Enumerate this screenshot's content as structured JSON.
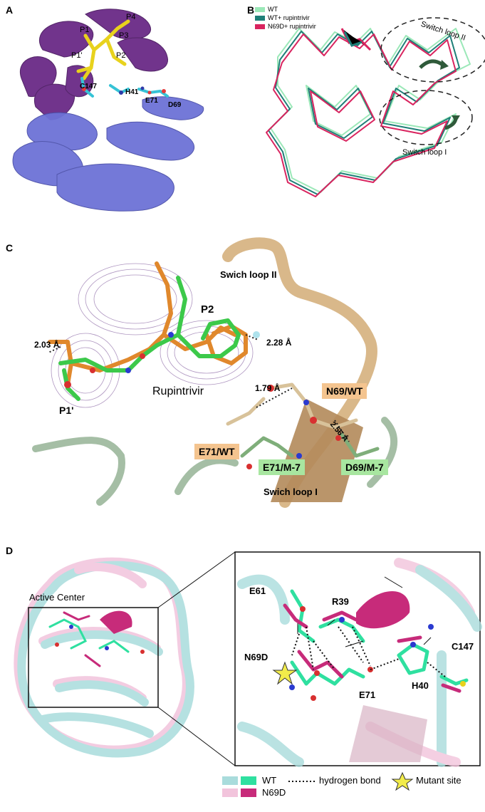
{
  "panels": {
    "a": {
      "letter": "A",
      "labels": {
        "p1": "P1",
        "p4": "P4",
        "p3": "P3",
        "p2": "P2",
        "p1p": "P1'",
        "c147": "C147",
        "h41": "H41",
        "e71": "E71",
        "d69": "D69"
      }
    },
    "b": {
      "letter": "B",
      "legend": [
        "WT",
        "WT+ rupintrivir",
        "N69D+ rupintrivir"
      ],
      "colors": {
        "wt": "#9be8b8",
        "wt_rup": "#1f7f78",
        "n69d_rup": "#d9245f"
      },
      "switch2": "Switch loop II",
      "switch1": "Switch loop I"
    },
    "c": {
      "letter": "C",
      "swich2": "Swich loop II",
      "swich1": "Swich loop I",
      "p2": "P2",
      "p1p": "P1'",
      "rupintrivir": "Rupintrivir",
      "d203": "2.03 Å",
      "d228": "2.28 Å",
      "d179": "1.79 Å",
      "d256": "2.56 Å",
      "n69wt": "N69/WT",
      "e71wt": "E71/WT",
      "e71m7": "E71/M-7",
      "d69m7": "D69/M-7"
    },
    "d": {
      "letter": "D",
      "active_center": "Active Center",
      "labels": {
        "e61": "E61",
        "r39": "R39",
        "n69d": "N69D",
        "e71": "E71",
        "h40": "H40",
        "c147": "C147"
      },
      "legend": {
        "wt": "WT",
        "n69d": "N69D",
        "hbond": "hydrogen bond",
        "mutant": "Mutant site"
      }
    }
  }
}
